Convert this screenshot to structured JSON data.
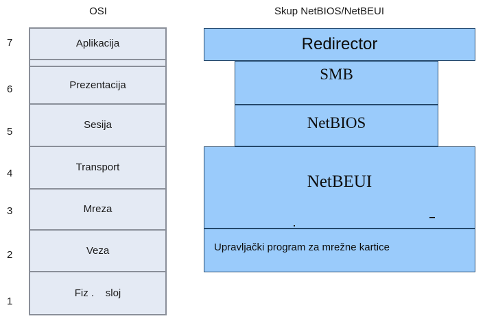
{
  "titles": {
    "osi": "OSI",
    "stack": "Skup NetBIOS/NetBEUI"
  },
  "colors": {
    "osi_cell_fill": "#e4eaf4",
    "osi_cell_border": "#8a8f99",
    "stack_box_fill": "#9acbfb",
    "stack_box_border": "#24486b",
    "text": "#1a1a1a",
    "page_background": "#ffffff"
  },
  "osi": {
    "numbers": [
      "7",
      "6",
      "5",
      "4",
      "3",
      "2",
      "1"
    ],
    "layers": [
      {
        "number": "7",
        "label": "Aplikacija"
      },
      {
        "number": "",
        "label": ""
      },
      {
        "number": "6",
        "label": "Prezentacija"
      },
      {
        "number": "5",
        "label": "Sesija"
      },
      {
        "number": "4",
        "label": "Transport"
      },
      {
        "number": "3",
        "label": "Mreza"
      },
      {
        "number": "2",
        "label": "Veza"
      },
      {
        "number": "1",
        "label": "Fiz .    sloj"
      }
    ]
  },
  "stack": {
    "boxes": [
      {
        "id": "redirector",
        "label": "Redirector"
      },
      {
        "id": "smb",
        "label": "SMB"
      },
      {
        "id": "netbios",
        "label": "NetBIOS"
      },
      {
        "id": "netbeui",
        "label": "NetBEUI"
      },
      {
        "id": "driver",
        "label": "Upravljački program za mrežne kartice"
      }
    ]
  }
}
